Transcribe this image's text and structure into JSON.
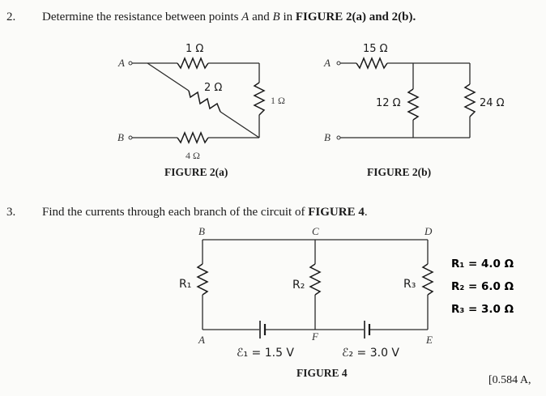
{
  "question2": {
    "number": "2.",
    "text_pre": "Determine the resistance between points ",
    "point_a": "A",
    "text_and": " and ",
    "point_b": "B",
    "text_in": " in ",
    "figure_ref": "FIGURE 2(a)",
    "text_and2": " and 2(b).",
    "figure_a": {
      "caption": "FIGURE 2(a)",
      "terminal_a": "A",
      "terminal_b": "B",
      "r_top": "1 Ω",
      "r_diag": "2 Ω",
      "r_right": "1 Ω",
      "r_bottom": "4 Ω"
    },
    "figure_b": {
      "caption": "FIGURE 2(b)",
      "terminal_a": "A",
      "terminal_b": "B",
      "r_series": "15 Ω",
      "r_mid": "12 Ω",
      "r_right": "24 Ω"
    }
  },
  "question3": {
    "number": "3.",
    "text_pre": "Find the currents through each branch of the circuit of ",
    "figure_ref": "FIGURE 4",
    "text_post": ".",
    "figure4": {
      "caption": "FIGURE 4",
      "nodes": {
        "a": "A",
        "b": "B",
        "c": "C",
        "d": "D",
        "e": "E",
        "f": "F"
      },
      "r1_label": "R₁",
      "r2_label": "R₂",
      "r3_label": "R₃",
      "emf1": "ℰ₁ = 1.5 V",
      "emf2": "ℰ₂ = 3.0 V"
    },
    "given": [
      {
        "label": "R₁ = 4.0 Ω"
      },
      {
        "label": "R₂ = 6.0 Ω"
      },
      {
        "label": "R₃ = 3.0 Ω"
      }
    ],
    "answer": "[0.584 A,"
  }
}
